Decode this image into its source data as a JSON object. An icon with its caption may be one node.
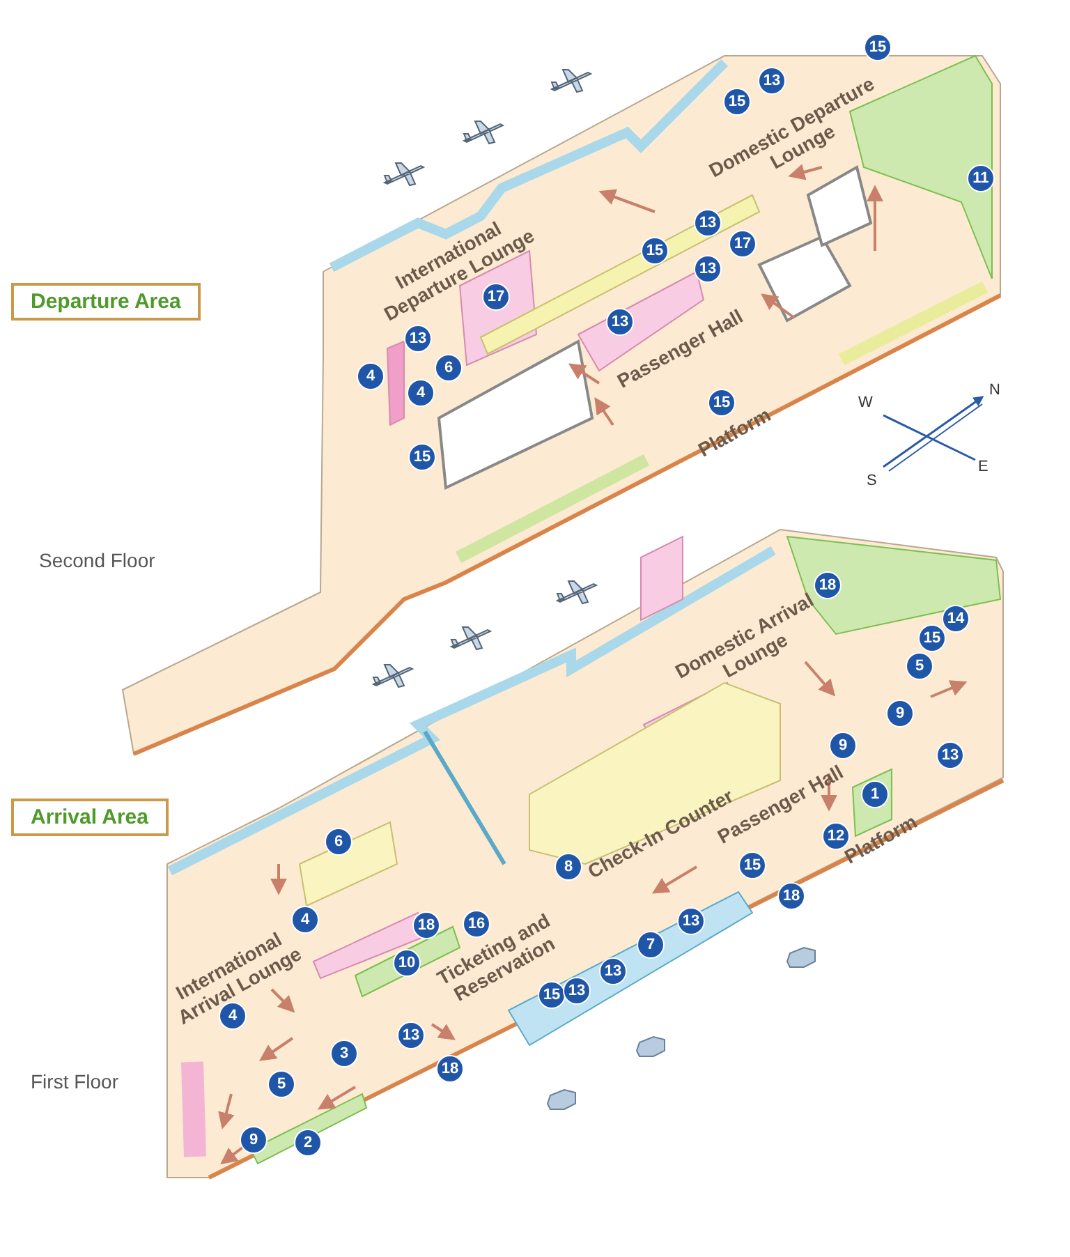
{
  "diagram": {
    "labels": [
      "15",
      "13",
      "15",
      "Domestic Departure Lounge",
      "11",
      "Departure Area",
      "International Departure Lounge",
      "13",
      "17",
      "15",
      "17",
      "13",
      "13",
      "13",
      "4",
      "6",
      "4",
      "Passenger Hall",
      "15",
      "W",
      "N",
      "S",
      "E",
      "15",
      "Platform",
      "Second Floor",
      "18",
      "Domestic Arrival Lounge",
      "14",
      "15",
      "5",
      "9",
      "9",
      "13",
      "Arrival Area",
      "1",
      "6",
      "Passenger Hall",
      "Check-In Counter",
      "12",
      "8",
      "15",
      "18",
      "Platform",
      "4",
      "18",
      "16",
      "International Arrival Lounge",
      "Ticketing and Reservation",
      "13",
      "7",
      "10",
      "13",
      "15",
      "13",
      "4",
      "13",
      "3",
      "18",
      "5",
      "9",
      "2",
      "First Floor"
    ]
  }
}
